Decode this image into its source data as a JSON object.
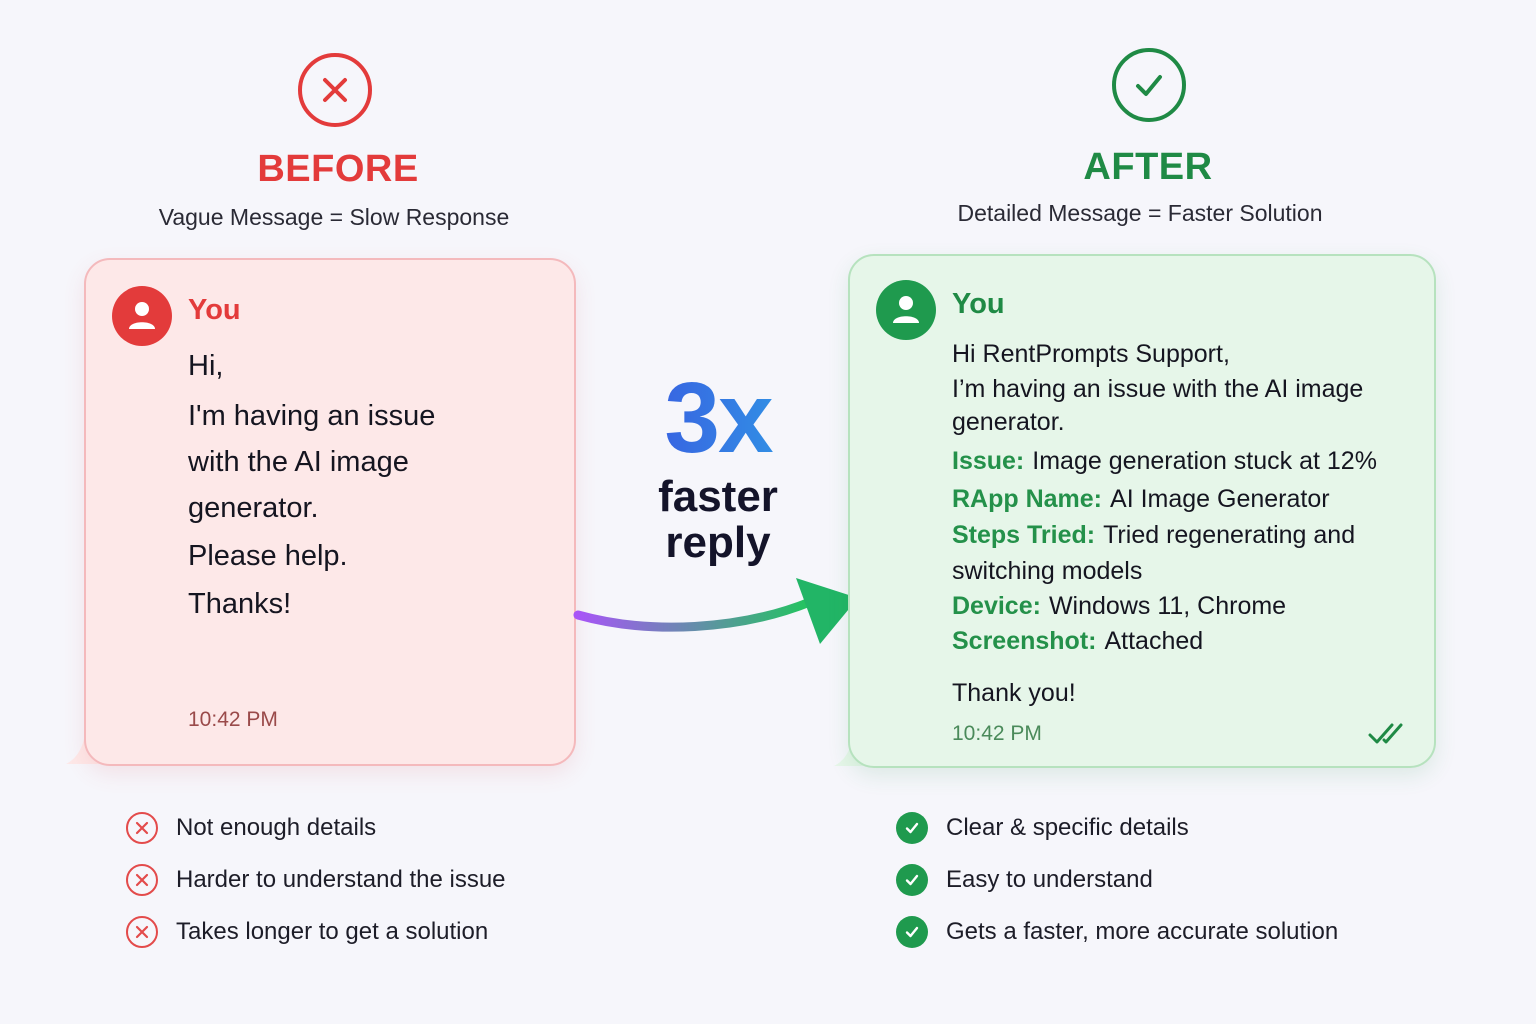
{
  "colors": {
    "before": "#e33b3b",
    "after": "#1f8a45",
    "accent_gradient": [
      "#3b4fe0",
      "#2ea3e6"
    ],
    "arrow_gradient": [
      "#a855f7",
      "#22c55e"
    ]
  },
  "before": {
    "icon": "x-circle-icon",
    "title": "BEFORE",
    "subtitle": "Vague Message = Slow Response",
    "sender": "You",
    "message": [
      "Hi,",
      "I'm having an issue",
      "with the AI image",
      "generator.",
      "Please help.",
      "Thanks!"
    ],
    "time": "10:42 PM",
    "points": [
      "Not enough details",
      "Harder to understand the issue",
      "Takes longer to get a solution"
    ]
  },
  "center": {
    "multiplier": "3x",
    "caption_1": "faster",
    "caption_2": "reply"
  },
  "after": {
    "icon": "check-circle-icon",
    "title": "AFTER",
    "subtitle": "Detailed Message = Faster Solution",
    "sender": "You",
    "greeting": "Hi RentPrompts Support,",
    "intro_1": "I’m having an issue with the AI image",
    "intro_2": "generator.",
    "fields": [
      {
        "key": "Issue:",
        "value": "Image generation stuck at 12%"
      },
      {
        "key": "RApp Name:",
        "value": "AI Image Generator"
      },
      {
        "key": "Steps Tried:",
        "value": "Tried regenerating and"
      },
      {
        "key": "",
        "value": "switching models"
      },
      {
        "key": "Device:",
        "value": "Windows 11, Chrome"
      },
      {
        "key": "Screenshot:",
        "value": "Attached"
      }
    ],
    "closing": "Thank you!",
    "time": "10:42 PM",
    "read_icon": "double-check-icon",
    "points": [
      "Clear & specific details",
      "Easy to understand",
      "Gets a faster, more accurate solution"
    ]
  }
}
